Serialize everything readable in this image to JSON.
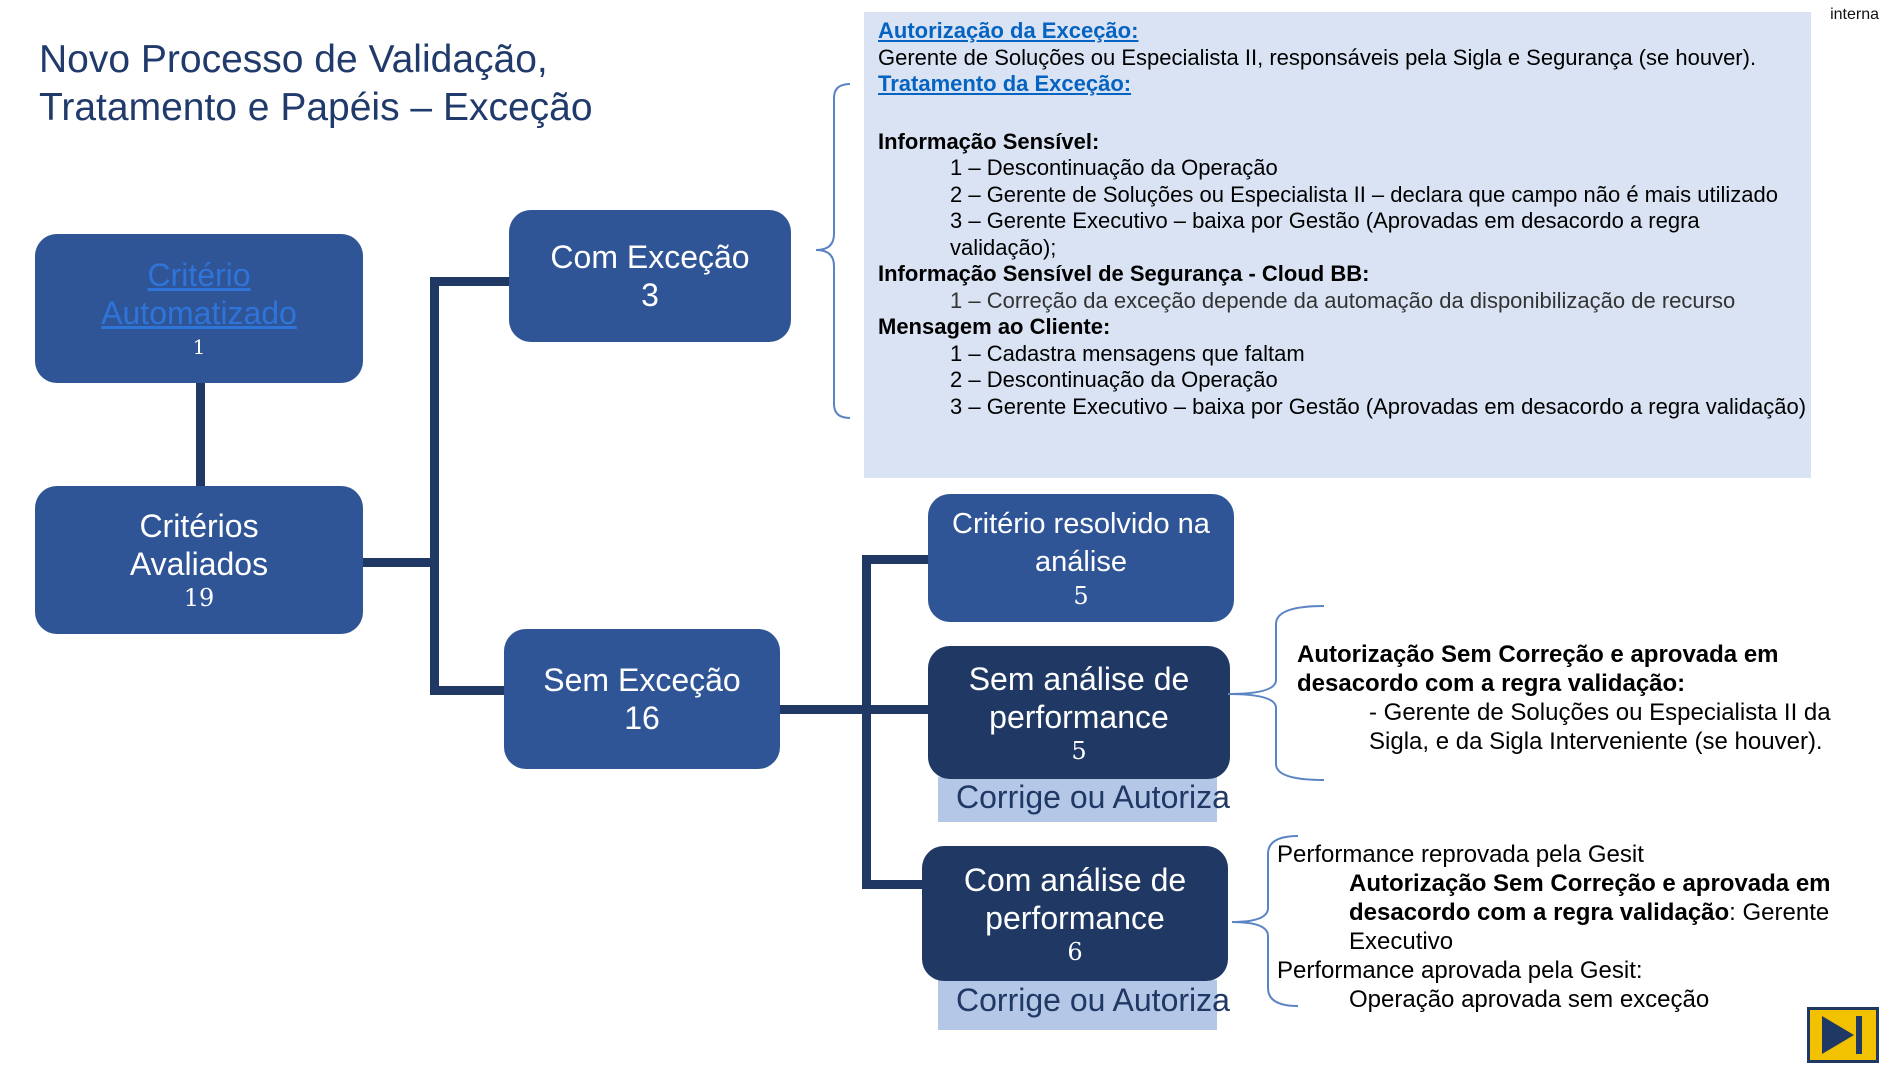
{
  "title": {
    "line1": "Novo Processo de Validação,",
    "line2": "Tratamento e Papéis – Exceção"
  },
  "classification": "interna",
  "boxes": {
    "criterio_automatizado": {
      "label": "Critério Automatizado",
      "number": "1"
    },
    "criterios_avaliados": {
      "line1": "Critérios",
      "line2": "Avaliados",
      "number": "19"
    },
    "com_excecao": {
      "label": "Com Exceção",
      "number": "3"
    },
    "sem_excecao": {
      "label": "Sem Exceção",
      "number": "16"
    },
    "criterio_resolvido": {
      "line1": "Critério resolvido na",
      "line2": "análise",
      "number": "5"
    },
    "sem_analise": {
      "line1": "Sem análise de",
      "line2": "performance",
      "number": "5"
    },
    "com_analise": {
      "line1": "Com análise de",
      "line2": "performance",
      "number": "6"
    }
  },
  "action_labels": {
    "sem_analise": "Corrige ou Autoriza",
    "com_analise": "Corrige ou Autoriza"
  },
  "exception_panel": {
    "auth_heading": "Autorização da Exceção:",
    "auth_text": "Gerente de Soluções ou Especialista II, responsáveis pela Sigla e Segurança (se houver).",
    "treatment_heading": "Tratamento da Exceção:",
    "info_sensivel": {
      "heading": "Informação Sensível:",
      "items": [
        "1 – Descontinuação da Operação",
        "2 – Gerente de Soluções ou Especialista II – declara que campo não é mais utilizado",
        " 3 – Gerente Executivo – baixa por Gestão (Aprovadas em desacordo a regra validação);"
      ]
    },
    "info_seguranca": {
      "heading": "Informação Sensível de Segurança - Cloud BB:",
      "items": [
        "1 – Correção da exceção depende da automação da disponibilização de recurso"
      ]
    },
    "mensagem_cliente": {
      "heading": "Mensagem ao Cliente:",
      "items": [
        "1 – Cadastra mensagens que faltam",
        "2 – Descontinuação da Operação",
        "3 – Gerente Executivo – baixa por Gestão (Aprovadas em desacordo a regra validação)"
      ]
    }
  },
  "sem_analise_note": {
    "heading": "Autorização Sem Correção e aprovada em desacordo com a regra validação:",
    "text": "- Gerente de Soluções ou Especialista II da Sigla, e da Sigla Interveniente (se houver)."
  },
  "com_analise_note": {
    "reprovada": "Performance reprovada pela Gesit",
    "auth_bold": "Autorização Sem Correção e aprovada em desacordo com a regra validação",
    "auth_rest": ": Gerente Executivo",
    "aprovada": "Performance aprovada pela Gesit:",
    "aprovada_text": "Operação aprovada sem exceção"
  },
  "colors": {
    "box_blue": "#2f5597",
    "box_dark": "#203864",
    "connector": "#1f3864",
    "panel_bg": "#dae3f3",
    "action_bg": "#b4c7e7",
    "heading_link": "#0563c1",
    "nav_button": "#f2c200"
  },
  "icons": {
    "nav": "next-slide-icon"
  }
}
